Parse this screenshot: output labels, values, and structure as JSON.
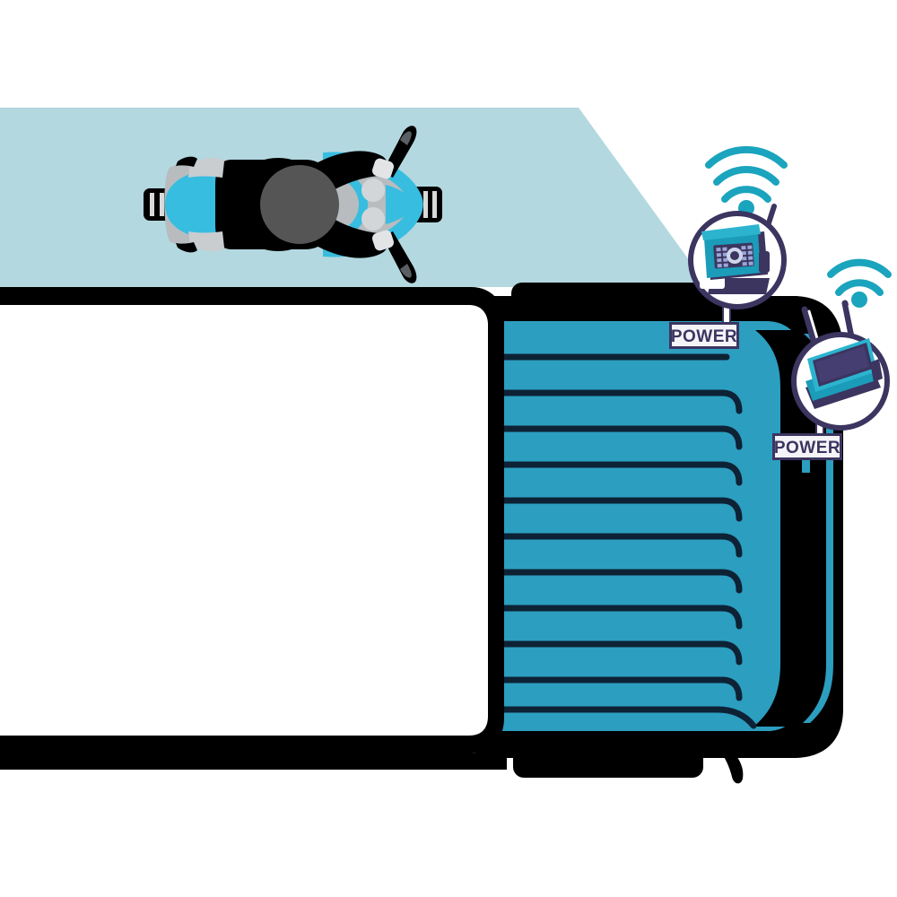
{
  "scene": {
    "title": "Truck rear door with wireless reversing camera and monitor",
    "background_color": "#ffffff",
    "road_color": "#b3d8e0",
    "door_teal": "#2c9ec0",
    "door_teal_dark": "#1b8fae",
    "frame_black": "#000000",
    "device_navy": "#3b3560",
    "device_navy_dark": "#2d2850",
    "device_teal": "#1b9cb8",
    "wifi_teal": "#1ba4bd",
    "label_fill": "#f4f4f8",
    "label_text_color": "#3b3560"
  },
  "vehicle": {
    "name": "truck-trailer",
    "door_slat_count": 11,
    "white_panel_name": "trailer-body-panel",
    "bumper_name": "rear-bumper",
    "hinge_name": "door-hinge"
  },
  "motorcycle": {
    "name": "motorcycle-top-view",
    "body_color": "#37bde0",
    "rider_color": "#000000",
    "helmet_color": "#555555",
    "fairing_gray": "#b8bcbf",
    "lane_name": "road-lane"
  },
  "callouts": [
    {
      "id": "camera-callout",
      "device": "wireless-camera",
      "icon": "camera-icon",
      "label": "POWER",
      "wifi_icon": "wifi-signal-icon",
      "wifi_arc_count": 3,
      "has_antenna": true
    },
    {
      "id": "monitor-callout",
      "device": "wireless-monitor",
      "icon": "monitor-icon",
      "label": "POWER",
      "wifi_icon": "wifi-signal-icon",
      "wifi_arc_count": 2,
      "has_antenna": true
    }
  ],
  "labels": {
    "power_1": "POWER",
    "power_2": "POWER"
  }
}
